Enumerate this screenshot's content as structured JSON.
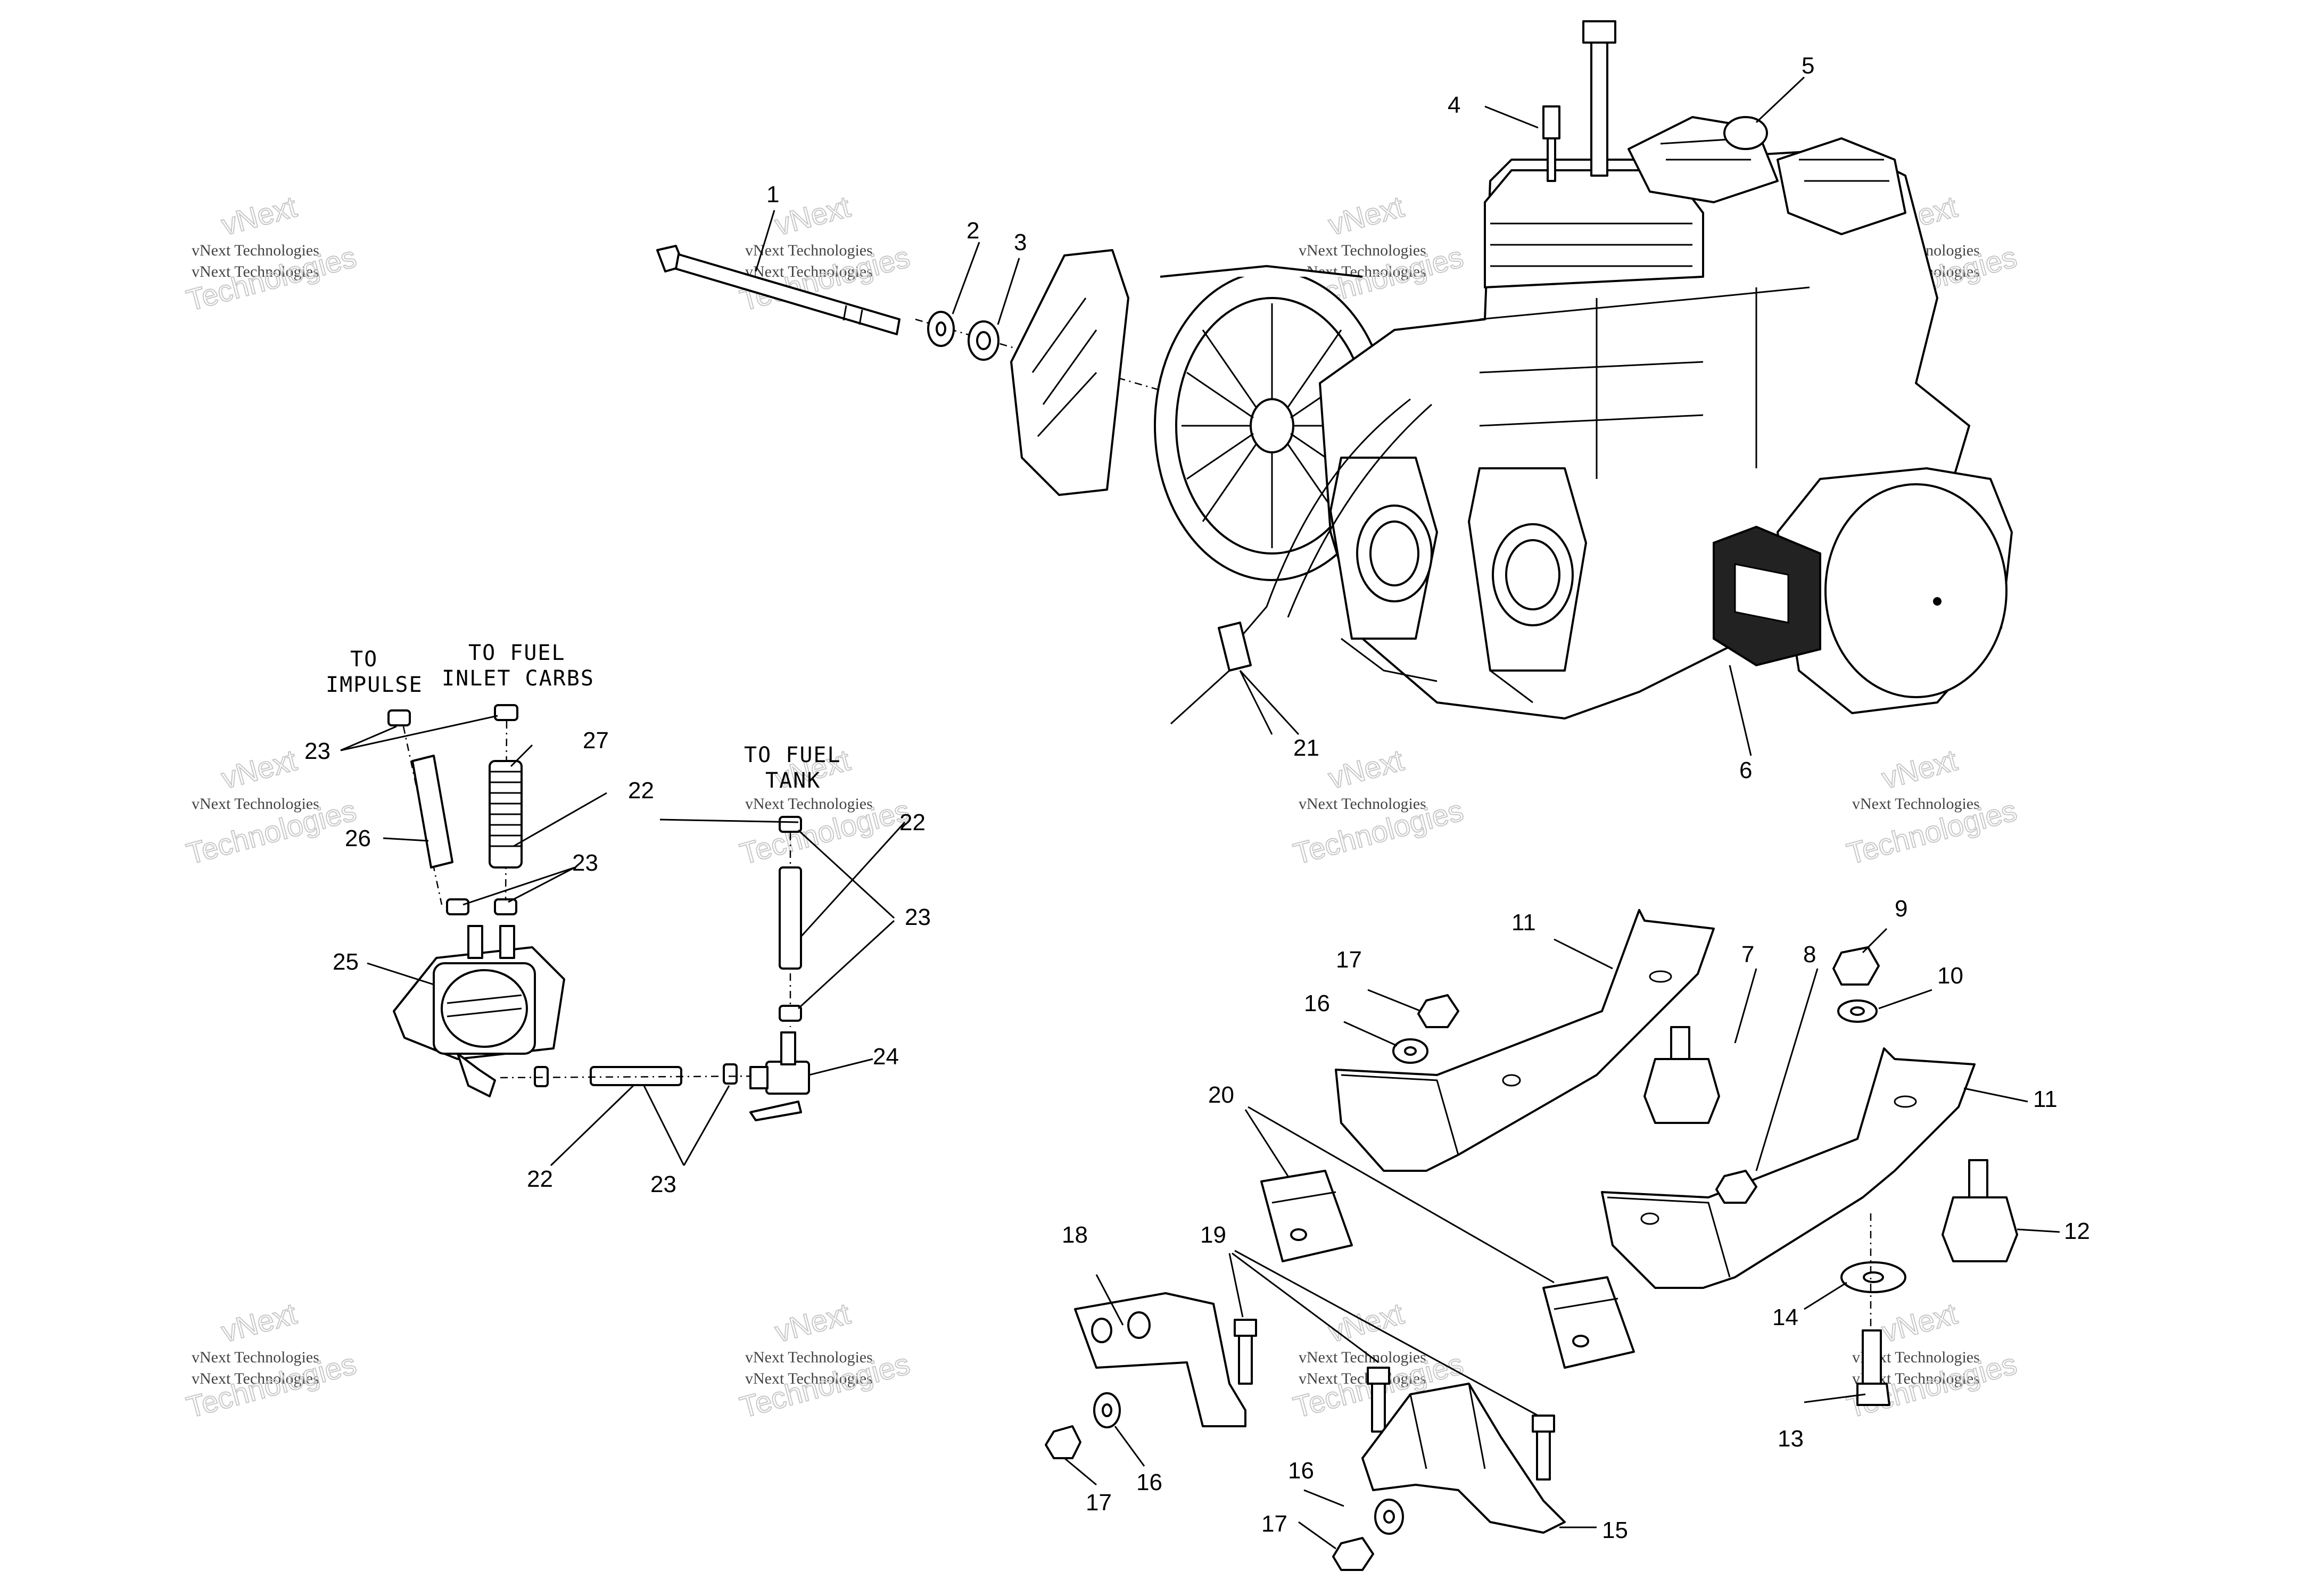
{
  "callouts": {
    "c1": "1",
    "c2": "2",
    "c3": "3",
    "c4": "4",
    "c5": "5",
    "c6": "6",
    "c7": "7",
    "c8": "8",
    "c9": "9",
    "c10": "10",
    "c11a": "11",
    "c11b": "11",
    "c12": "12",
    "c13": "13",
    "c14": "14",
    "c15": "15",
    "c16a": "16",
    "c16b": "16",
    "c16c": "16",
    "c17a": "17",
    "c17b": "17",
    "c17c": "17",
    "c18": "18",
    "c19": "19",
    "c20": "20",
    "c21": "21",
    "c22a": "22",
    "c22b": "22",
    "c22c": "22",
    "c23a": "23",
    "c23b": "23",
    "c23c": "23",
    "c23d": "23",
    "c24": "24",
    "c25": "25",
    "c26": "26",
    "c27": "27"
  },
  "annotations": {
    "to_impulse_1": "TO",
    "to_impulse_2": "IMPULSE",
    "to_fuel_inlet_1": "TO FUEL",
    "to_fuel_inlet_2": "INLET CARBS",
    "to_fuel_tank_1": "TO FUEL",
    "to_fuel_tank_2": "TANK"
  },
  "watermark": {
    "line_small": "vNext Technologies",
    "line_large_1": "vNext",
    "line_large_2": "Technologies"
  }
}
